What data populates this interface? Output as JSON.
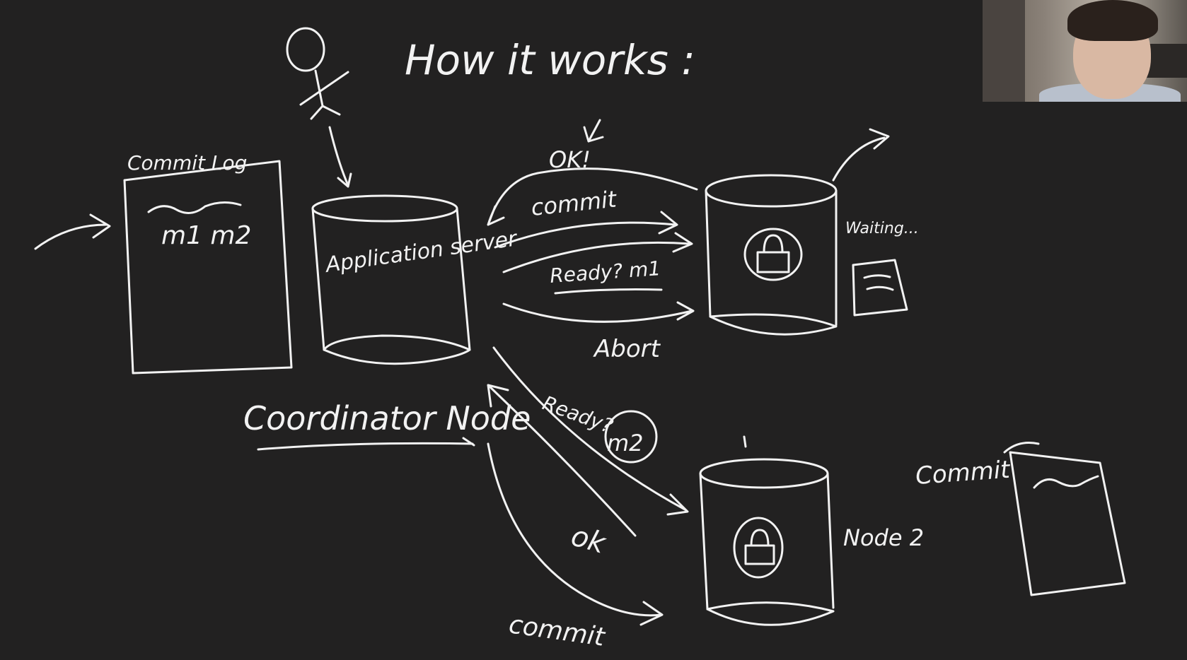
{
  "title": "How it works :",
  "labels": {
    "commit_log": "Commit Log",
    "commit_log_entries": "m1 m2",
    "application_server": "Application server",
    "coordinator_node": "Coordinator Node",
    "ok_top": "OK!",
    "commit_top": "commit",
    "ready_m1": "Ready? m1",
    "abort": "Abort",
    "waiting": "Waiting...",
    "ready_m2_prefix": "Ready?",
    "m2": "m2",
    "ok_bottom": "ok",
    "commit_bottom": "commit",
    "node2": "Node 2",
    "commit_right": "Commit"
  },
  "webcam": {
    "subject": "presenter-webcam"
  },
  "colors": {
    "background": "#222121",
    "chalk": "#f2f2f2"
  }
}
